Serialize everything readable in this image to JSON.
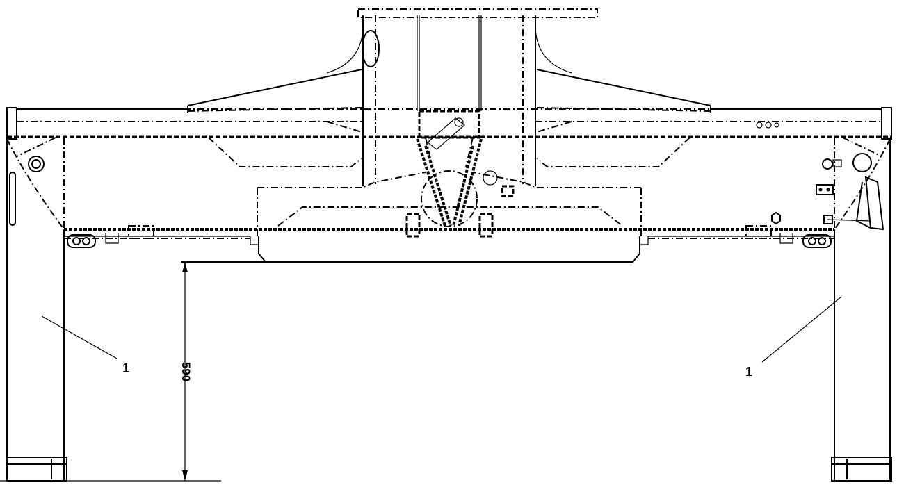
{
  "callouts": {
    "left_label": "1",
    "right_label": "1"
  },
  "dimension": {
    "height_value": "590"
  }
}
